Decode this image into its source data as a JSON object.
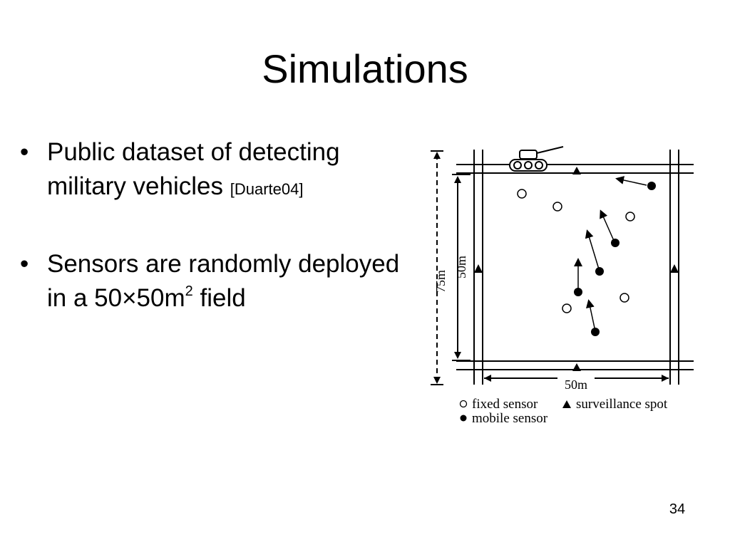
{
  "slide": {
    "title": "Simulations",
    "page_number": "34"
  },
  "bullets": [
    {
      "text": "Public dataset of detecting military vehicles ",
      "citation": "[Duarte04]"
    },
    {
      "text_before": "Sensors are randomly deployed in a 50×50m",
      "superscript": "2",
      "text_after": " field"
    }
  ],
  "bullet_symbol": "•",
  "diagram": {
    "label_height_outer": "75m",
    "label_height_inner": "50m",
    "label_width": "50m",
    "legend": {
      "fixed_sensor": "fixed sensor",
      "surveillance_spot": "surveillance spot",
      "mobile_sensor": "mobile sensor"
    },
    "icons": [
      "vehicle-icon",
      "fixed-sensor-icon",
      "mobile-sensor-icon",
      "surveillance-spot-icon"
    ]
  }
}
